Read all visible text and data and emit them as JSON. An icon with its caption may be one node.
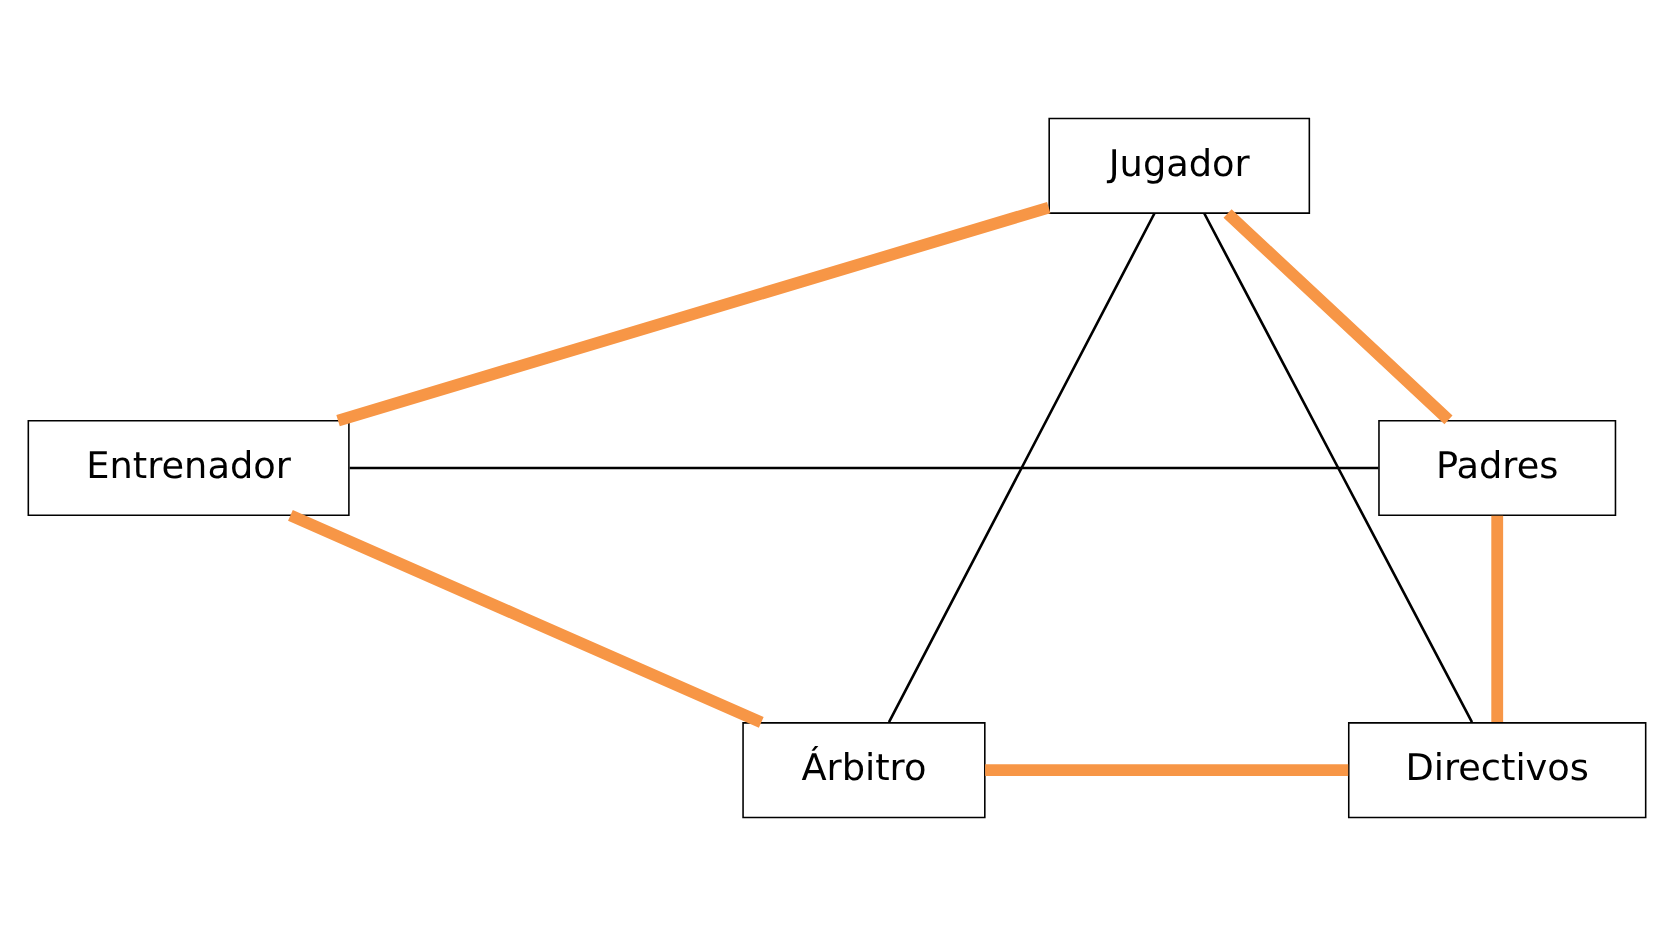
{
  "diagram": {
    "nodes": [
      {
        "text": [
          "Jugador"
        ]
      },
      {
        "text": [
          "Entrenador"
        ]
      },
      {
        "text": [
          "Padres"
        ]
      },
      {
        "text": [
          "Árbitro"
        ]
      },
      {
        "text": [
          "Directivos"
        ]
      }
    ],
    "edges": [
      {
        "from": 0,
        "to": 2,
        "arrow": "none",
        "color": "#f79646"
      },
      {
        "from": 2,
        "to": 4,
        "arrow": "none",
        "color": "#f79646"
      },
      {
        "from": 4,
        "to": 3,
        "arrow": "none",
        "color": "#f79646"
      },
      {
        "from": 3,
        "to": 1,
        "arrow": "none",
        "color": "#f79646"
      },
      {
        "from": 1,
        "to": 0,
        "arrow": "none",
        "color": "#f79646"
      },
      {
        "from": 0,
        "to": 3,
        "arrow": "none",
        "color": "#000000"
      },
      {
        "from": 0,
        "to": 4,
        "arrow": "none",
        "color": "#000000"
      },
      {
        "from": 1,
        "to": 2,
        "arrow": "none",
        "color": "#000000"
      }
    ]
  }
}
